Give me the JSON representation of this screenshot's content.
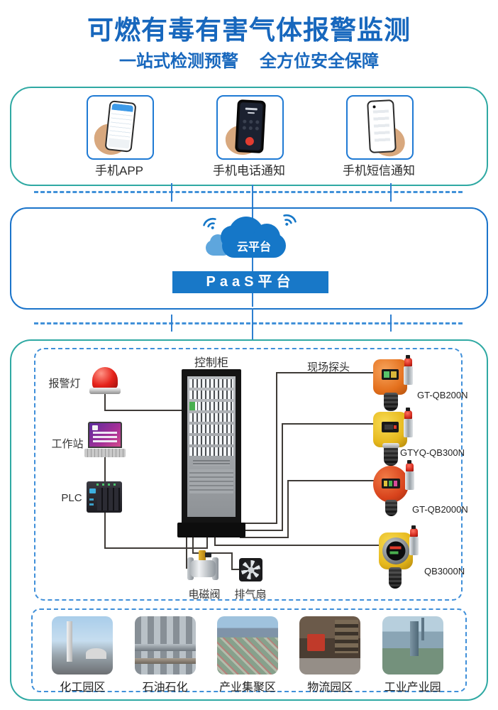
{
  "title": "可燃有毒有害气体报警监测",
  "subtitle": {
    "left": "一站式检测预警",
    "right": "全方位安全保障"
  },
  "colors": {
    "title_blue": "#1767bd",
    "teal_border": "#2fa9a3",
    "blue_border": "#1b74ca",
    "dashed_blue": "#4191d9",
    "cloud_blue": "#1577c8",
    "paas_blue": "#1878c8",
    "wire": "#3f3b37",
    "alarm_red": "#e5221a"
  },
  "notify": {
    "items": [
      {
        "label": "手机APP"
      },
      {
        "label": "手机电话通知"
      },
      {
        "label": "手机短信通知"
      }
    ]
  },
  "platform": {
    "cloud_label": "云平台",
    "paas_label": "PaaS平台"
  },
  "diagram": {
    "cabinet_label": "控制柜",
    "probes_label": "现场探头",
    "left_devices": [
      {
        "label": "报警灯"
      },
      {
        "label": "工作站"
      },
      {
        "label": "PLC"
      }
    ],
    "detectors": [
      {
        "model": "GT-QB200N"
      },
      {
        "model": "GTYQ-QB300N"
      },
      {
        "model": "GT-QB2000N"
      },
      {
        "model": "QB3000N"
      }
    ],
    "bottom_devices": [
      {
        "label": "电磁阀"
      },
      {
        "label": "排气扇"
      }
    ]
  },
  "parks": {
    "items": [
      {
        "label": "化工园区"
      },
      {
        "label": "石油石化"
      },
      {
        "label": "产业集聚区"
      },
      {
        "label": "物流园区"
      },
      {
        "label": "工业产业园"
      }
    ]
  }
}
